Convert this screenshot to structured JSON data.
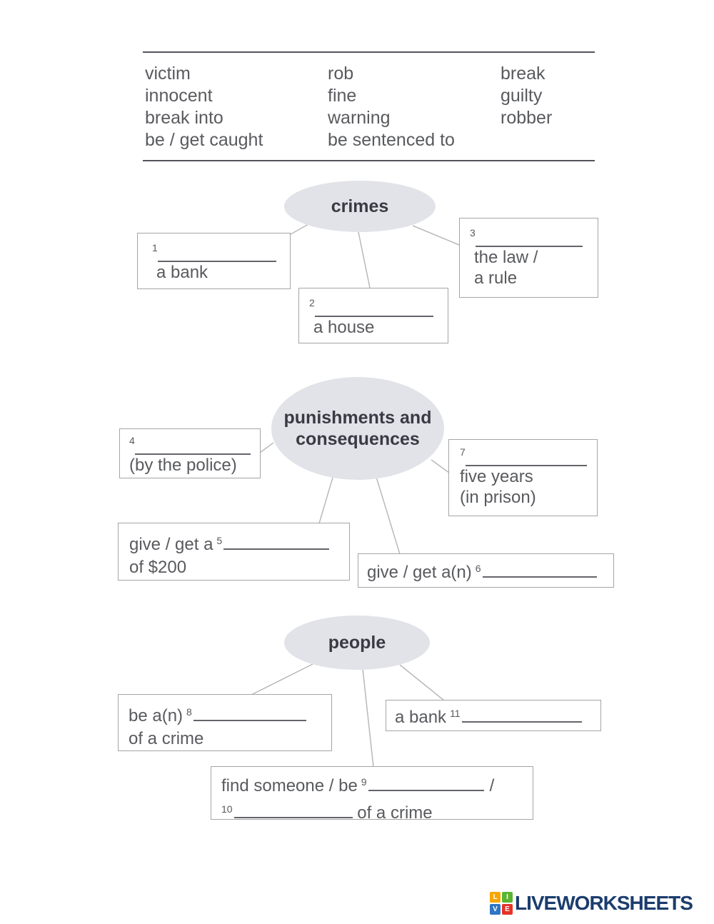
{
  "word_bank": {
    "columns": [
      {
        "items": [
          "victim",
          "innocent",
          "break into",
          "be / get caught"
        ]
      },
      {
        "items": [
          "rob",
          "fine",
          "warning",
          "be sentenced to"
        ]
      },
      {
        "items": [
          "break",
          "guilty",
          "robber"
        ]
      }
    ]
  },
  "diagrams": {
    "crimes": {
      "title": "crimes",
      "box1": {
        "num": "1",
        "line2": "a bank"
      },
      "box2": {
        "num": "2",
        "line2": "a house"
      },
      "box3": {
        "num": "3",
        "line2": "the law /",
        "line3": "a rule"
      }
    },
    "punishments": {
      "title_line1": "punishments and",
      "title_line2": "consequences",
      "box4": {
        "num": "4",
        "line2": "(by the police)"
      },
      "box5": {
        "pre": "give / get a",
        "num": "5",
        "line2": "of $200"
      },
      "box6": {
        "pre": "give / get a(n)",
        "num": "6"
      },
      "box7": {
        "num": "7",
        "line2": "five years",
        "line3": "(in prison)"
      }
    },
    "people": {
      "title": "people",
      "box8": {
        "pre": "be a(n)",
        "num": "8",
        "line2": "of a crime"
      },
      "box9_10": {
        "pre": "find someone / be",
        "num9": "9",
        "after9": "/",
        "num10": "10",
        "after10": "of a crime"
      },
      "box11": {
        "pre": "a bank",
        "num": "11"
      }
    }
  },
  "logo": {
    "squares": [
      {
        "letter": "L",
        "color": "#f7a600"
      },
      {
        "letter": "I",
        "color": "#5cb531"
      },
      {
        "letter": "V",
        "color": "#2e75c4"
      },
      {
        "letter": "E",
        "color": "#e63329"
      }
    ],
    "text": "LIVEWORKSHEETS",
    "text_color": "#1b3d6e"
  },
  "colors": {
    "ellipse_fill": "#e2e3e8",
    "heading_text": "#383b44",
    "body_text": "#595a5e",
    "box_border": "#a5a5a7",
    "blank_line": "#64656a",
    "rule": "#54555a",
    "connector": "#b9b9bb"
  }
}
